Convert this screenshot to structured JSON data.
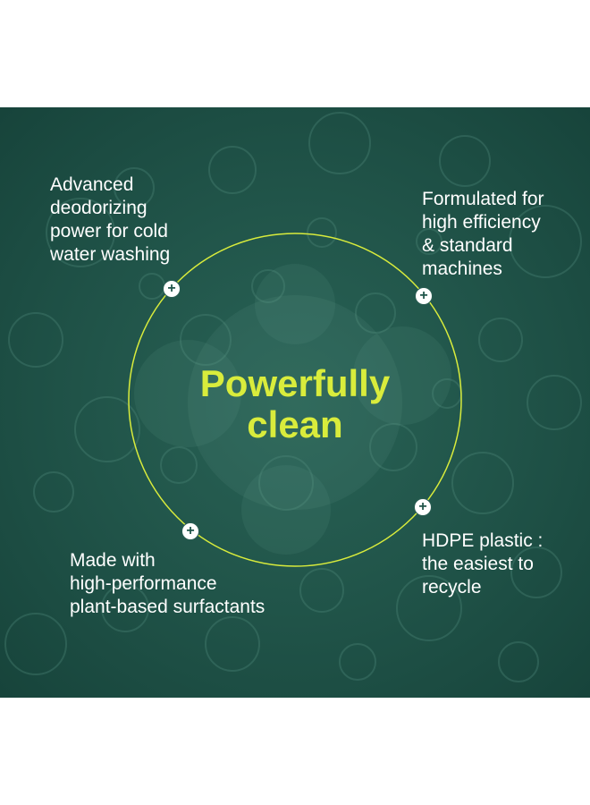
{
  "headline": "Powerfully\nclean",
  "features": {
    "top_left": "Advanced\ndeodorizing\npower for cold\nwater washing",
    "top_right": "Formulated for\nhigh efficiency\n& standard\nmachines",
    "bottom_left": "Made with\nhigh-performance\nplant-based surfactants",
    "bottom_right": "HDPE plastic :\nthe easiest to\nrecycle"
  },
  "hotspot_icon": "+",
  "colors": {
    "background": "#1f5449",
    "accent": "#d9ec3c",
    "text": "#ffffff"
  }
}
